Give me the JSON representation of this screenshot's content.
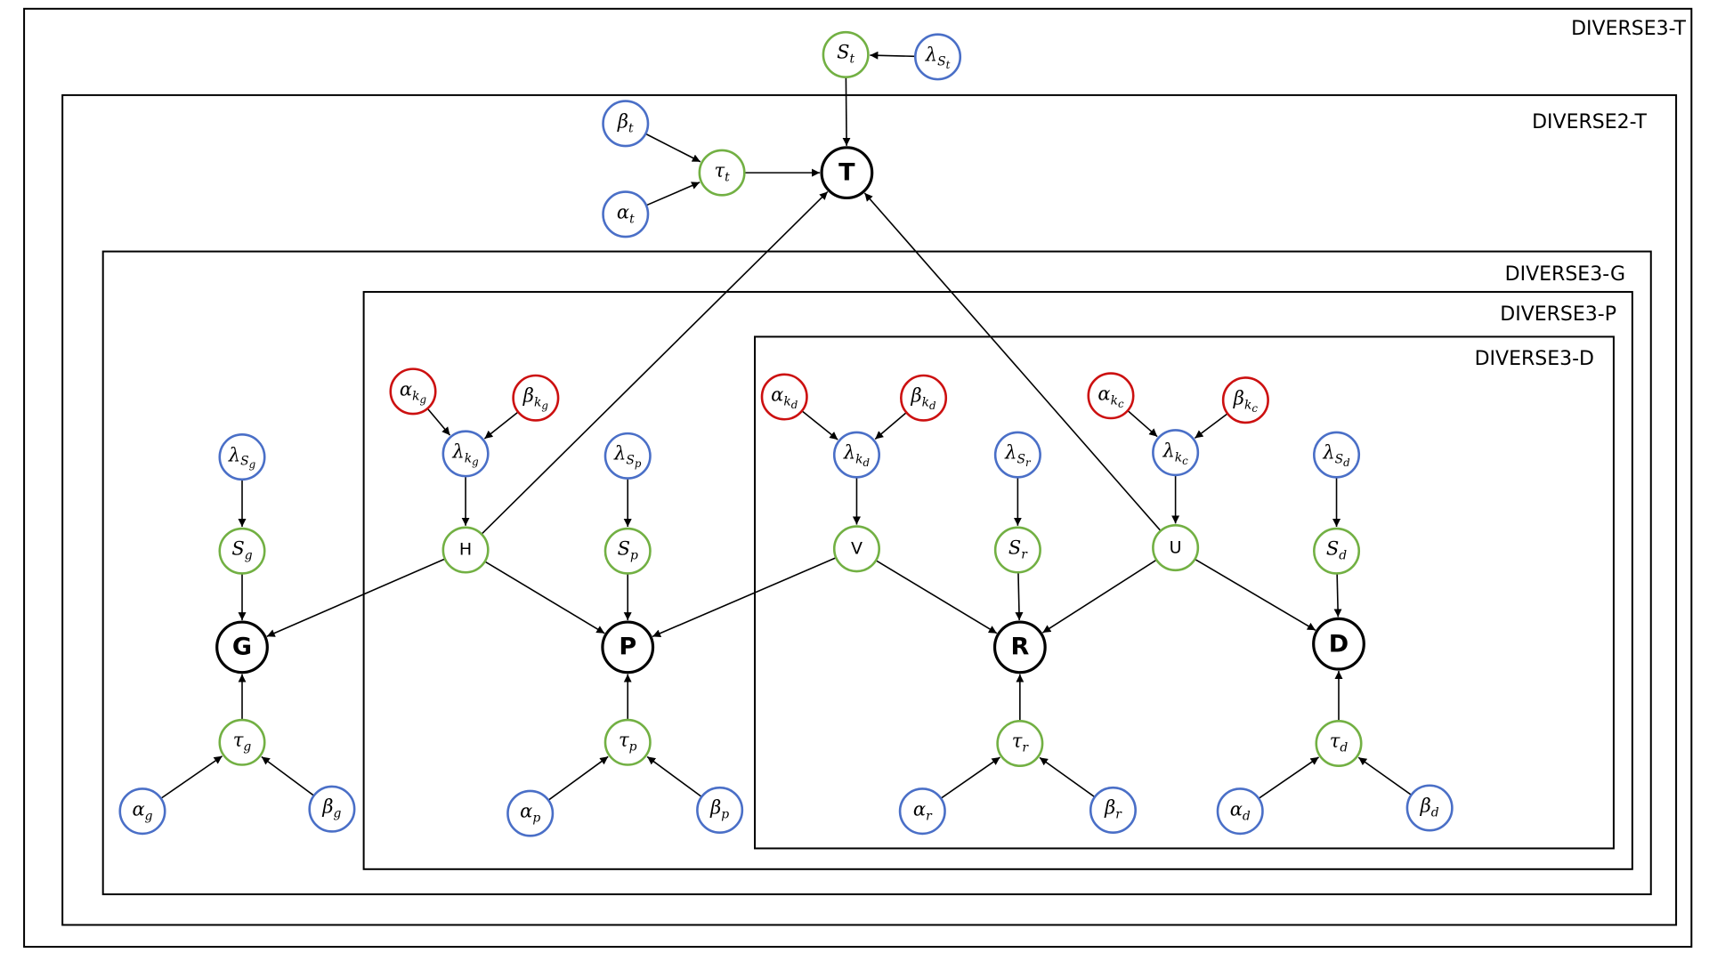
{
  "colors": {
    "blue": "#4a6fc7",
    "green": "#72b043",
    "red": "#cc1010",
    "black": "#000000"
  },
  "plates": [
    {
      "id": "diverse3_t",
      "label": "DIVERSE3-T"
    },
    {
      "id": "diverse2_t",
      "label": "DIVERSE2-T"
    },
    {
      "id": "diverse3_g",
      "label": "DIVERSE3-G"
    },
    {
      "id": "diverse3_p",
      "label": "DIVERSE3-P"
    },
    {
      "id": "diverse3_d",
      "label": "DIVERSE3-D"
    }
  ],
  "nodes": [
    {
      "id": "S_t",
      "sym": "S",
      "sub": "t",
      "color": "green"
    },
    {
      "id": "lambda_St",
      "sym": "λ",
      "sub": "S",
      "subsub": "t",
      "color": "blue"
    },
    {
      "id": "beta_t",
      "sym": "β",
      "sub": "t",
      "color": "blue"
    },
    {
      "id": "alpha_t",
      "sym": "α",
      "sub": "t",
      "color": "blue"
    },
    {
      "id": "tau_t",
      "sym": "τ",
      "sub": "t",
      "color": "green"
    },
    {
      "id": "T",
      "sym": "T",
      "color": "black",
      "big": true
    },
    {
      "id": "alpha_kg",
      "sym": "α",
      "sub": "k",
      "subsub": "g",
      "color": "red"
    },
    {
      "id": "beta_kg",
      "sym": "β",
      "sub": "k",
      "subsub": "g",
      "color": "red"
    },
    {
      "id": "lambda_kg",
      "sym": "λ",
      "sub": "k",
      "subsub": "g",
      "color": "blue"
    },
    {
      "id": "H",
      "sym": "H",
      "color": "green",
      "plain": true
    },
    {
      "id": "lambda_Sg",
      "sym": "λ",
      "sub": "S",
      "subsub": "g",
      "color": "blue"
    },
    {
      "id": "S_g",
      "sym": "S",
      "sub": "g",
      "color": "green"
    },
    {
      "id": "G",
      "sym": "G",
      "color": "black",
      "big": true
    },
    {
      "id": "tau_g",
      "sym": "τ",
      "sub": "g",
      "color": "green"
    },
    {
      "id": "alpha_g",
      "sym": "α",
      "sub": "g",
      "color": "blue"
    },
    {
      "id": "beta_g",
      "sym": "β",
      "sub": "g",
      "color": "blue"
    },
    {
      "id": "lambda_Sp",
      "sym": "λ",
      "sub": "S",
      "subsub": "p",
      "color": "blue"
    },
    {
      "id": "S_p",
      "sym": "S",
      "sub": "p",
      "color": "green"
    },
    {
      "id": "P",
      "sym": "P",
      "color": "black",
      "big": true
    },
    {
      "id": "tau_p",
      "sym": "τ",
      "sub": "p",
      "color": "green"
    },
    {
      "id": "alpha_p",
      "sym": "α",
      "sub": "p",
      "color": "blue"
    },
    {
      "id": "beta_p",
      "sym": "β",
      "sub": "p",
      "color": "blue"
    },
    {
      "id": "alpha_kd",
      "sym": "α",
      "sub": "k",
      "subsub": "d",
      "color": "red"
    },
    {
      "id": "beta_kd",
      "sym": "β",
      "sub": "k",
      "subsub": "d",
      "color": "red"
    },
    {
      "id": "lambda_kd",
      "sym": "λ",
      "sub": "k",
      "subsub": "d",
      "color": "blue"
    },
    {
      "id": "V",
      "sym": "V",
      "color": "green",
      "plain": true
    },
    {
      "id": "lambda_Sr",
      "sym": "λ",
      "sub": "S",
      "subsub": "r",
      "color": "blue"
    },
    {
      "id": "S_r",
      "sym": "S",
      "sub": "r",
      "color": "green"
    },
    {
      "id": "R",
      "sym": "R",
      "color": "black",
      "big": true
    },
    {
      "id": "tau_r",
      "sym": "τ",
      "sub": "r",
      "color": "green"
    },
    {
      "id": "alpha_r",
      "sym": "α",
      "sub": "r",
      "color": "blue"
    },
    {
      "id": "beta_r",
      "sym": "β",
      "sub": "r",
      "color": "blue"
    },
    {
      "id": "alpha_kc",
      "sym": "α",
      "sub": "k",
      "subsub": "c",
      "color": "red"
    },
    {
      "id": "beta_kc",
      "sym": "β",
      "sub": "k",
      "subsub": "c",
      "color": "red"
    },
    {
      "id": "lambda_kc",
      "sym": "λ",
      "sub": "k",
      "subsub": "c",
      "color": "blue"
    },
    {
      "id": "U",
      "sym": "U",
      "color": "green",
      "plain": true
    },
    {
      "id": "lambda_Sd",
      "sym": "λ",
      "sub": "S",
      "subsub": "d",
      "color": "blue"
    },
    {
      "id": "S_d",
      "sym": "S",
      "sub": "d",
      "color": "green"
    },
    {
      "id": "D",
      "sym": "D",
      "color": "black",
      "big": true
    },
    {
      "id": "tau_d",
      "sym": "τ",
      "sub": "d",
      "color": "green"
    },
    {
      "id": "alpha_d",
      "sym": "α",
      "sub": "d",
      "color": "blue"
    },
    {
      "id": "beta_d",
      "sym": "β",
      "sub": "d",
      "color": "blue"
    }
  ],
  "edges": [
    [
      "lambda_St",
      "S_t"
    ],
    [
      "S_t",
      "T"
    ],
    [
      "beta_t",
      "tau_t"
    ],
    [
      "alpha_t",
      "tau_t"
    ],
    [
      "tau_t",
      "T"
    ],
    [
      "H",
      "T"
    ],
    [
      "U",
      "T"
    ],
    [
      "alpha_kg",
      "lambda_kg"
    ],
    [
      "beta_kg",
      "lambda_kg"
    ],
    [
      "lambda_kg",
      "H"
    ],
    [
      "H",
      "G"
    ],
    [
      "H",
      "P"
    ],
    [
      "lambda_Sg",
      "S_g"
    ],
    [
      "S_g",
      "G"
    ],
    [
      "tau_g",
      "G"
    ],
    [
      "alpha_g",
      "tau_g"
    ],
    [
      "beta_g",
      "tau_g"
    ],
    [
      "lambda_Sp",
      "S_p"
    ],
    [
      "S_p",
      "P"
    ],
    [
      "tau_p",
      "P"
    ],
    [
      "alpha_p",
      "tau_p"
    ],
    [
      "beta_p",
      "tau_p"
    ],
    [
      "alpha_kd",
      "lambda_kd"
    ],
    [
      "beta_kd",
      "lambda_kd"
    ],
    [
      "lambda_kd",
      "V"
    ],
    [
      "V",
      "P"
    ],
    [
      "V",
      "R"
    ],
    [
      "lambda_Sr",
      "S_r"
    ],
    [
      "S_r",
      "R"
    ],
    [
      "tau_r",
      "R"
    ],
    [
      "alpha_r",
      "tau_r"
    ],
    [
      "beta_r",
      "tau_r"
    ],
    [
      "alpha_kc",
      "lambda_kc"
    ],
    [
      "beta_kc",
      "lambda_kc"
    ],
    [
      "lambda_kc",
      "U"
    ],
    [
      "U",
      "R"
    ],
    [
      "U",
      "D"
    ],
    [
      "lambda_Sd",
      "S_d"
    ],
    [
      "S_d",
      "D"
    ],
    [
      "tau_d",
      "D"
    ],
    [
      "alpha_d",
      "tau_d"
    ],
    [
      "beta_d",
      "tau_d"
    ]
  ]
}
